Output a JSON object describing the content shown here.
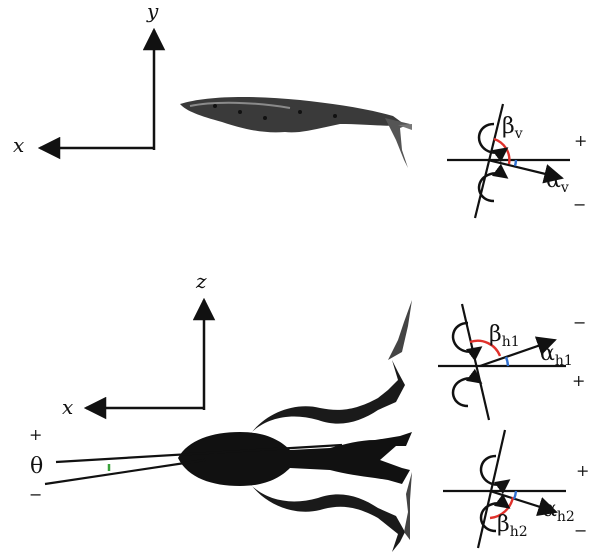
{
  "top_view": {
    "axis_y": "y",
    "axis_x": "x",
    "angle_beta": "β",
    "angle_beta_sub": "v",
    "angle_alpha": "α",
    "angle_alpha_sub": "v",
    "sign_plus": "+",
    "sign_minus": "−"
  },
  "bottom_view": {
    "axis_z": "z",
    "axis_x": "x",
    "theta": "θ",
    "theta_plus": "+",
    "theta_minus": "−",
    "h1": {
      "beta": "β",
      "beta_sub": "h1",
      "alpha": "α",
      "alpha_sub": "h1",
      "sign_top": "−",
      "sign_bottom": "+"
    },
    "h2": {
      "beta": "β",
      "beta_sub": "h2",
      "alpha": "α",
      "alpha_sub": "h2",
      "sign_top": "+",
      "sign_bottom": "−"
    }
  },
  "colors": {
    "beta_arc": "#e0312b",
    "alpha_arc": "#2f6fd0",
    "theta_mark": "#3aa13a",
    "line": "#111111"
  }
}
